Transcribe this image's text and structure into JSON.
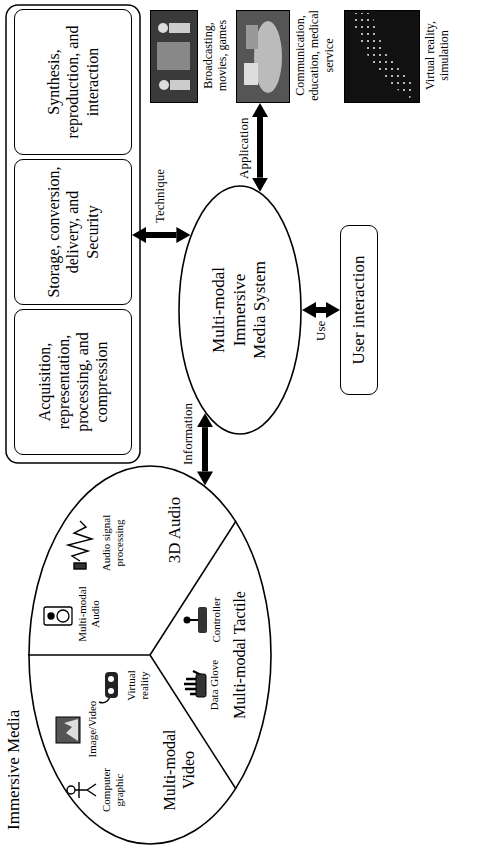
{
  "diagram": {
    "nodes": [
      {
        "text": [
          "Immersive Media"
        ]
      },
      {
        "text": [
          "Multi-modal Video",
          "Computer graphic",
          "Image/Video",
          "Virtual reality"
        ],
        "in": 0
      },
      {
        "text": [
          "3D Audio",
          "Multi-modal Audio",
          "Audio signal processing"
        ],
        "in": 0
      },
      {
        "text": [
          "Multi-modal Tactile",
          "Data Glove",
          "Controller"
        ],
        "in": 0
      },
      {
        "text": [
          "Acquisition, representation, processing, and compression"
        ]
      },
      {
        "text": [
          "Storage, conversion, delivery, and Security"
        ]
      },
      {
        "text": [
          "Synthesis, reproduction, and interaction"
        ]
      },
      {
        "text": [
          "Multi-modal Immersive Media System"
        ]
      },
      {
        "text": [
          "Broadcasting, movies, games"
        ]
      },
      {
        "text": [
          "Communication, education, medical service"
        ]
      },
      {
        "text": [
          "Virtual reality, simulation"
        ]
      },
      {
        "text": [
          "User interaction"
        ]
      }
    ],
    "edges": [
      {
        "from": 0,
        "to": 7,
        "arrow": "both",
        "label": "Information"
      },
      {
        "from": 7,
        "to": 5,
        "arrow": "both",
        "label": "Technique"
      },
      {
        "from": 7,
        "to": 9,
        "arrow": "both",
        "label": "Application"
      },
      {
        "from": 7,
        "to": 11,
        "arrow": "both",
        "label": "Use"
      }
    ]
  }
}
